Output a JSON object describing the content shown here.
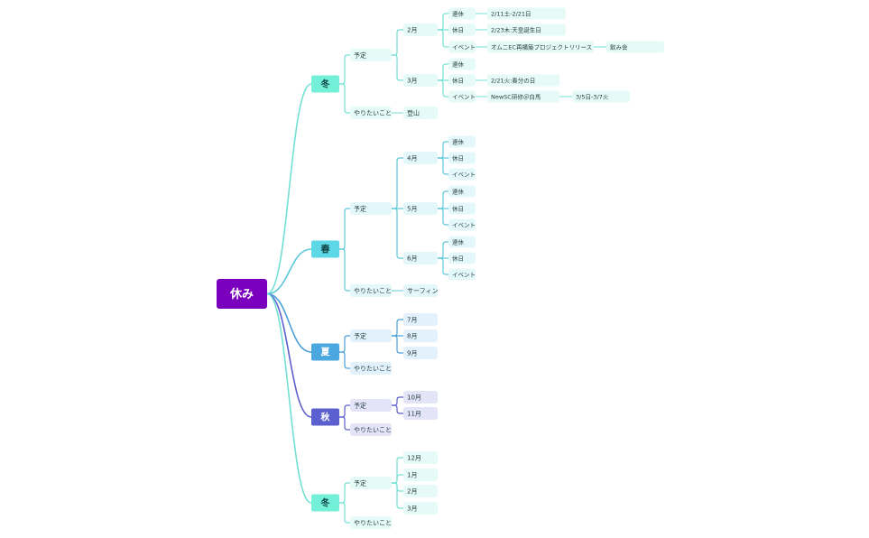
{
  "mindmap": {
    "root": {
      "label": "休み",
      "color": "#7a00be"
    },
    "seasons": [
      {
        "label": "冬",
        "color": "#74f0d9",
        "pale": "#e6fbf7",
        "line": "#74e0d4",
        "plan": {
          "label": "予定",
          "months": [
            {
              "label": "2月",
              "items": [
                {
                  "label": "連休",
                  "detail": [
                    "2/11土-2/21日"
                  ]
                },
                {
                  "label": "休日",
                  "detail": [
                    "2/23木:天皇誕生日"
                  ]
                },
                {
                  "label": "イベント",
                  "detail": [
                    "オムニEC再構築プロジェクトリリース",
                    "飲み会"
                  ]
                }
              ]
            },
            {
              "label": "3月",
              "items": [
                {
                  "label": "連休",
                  "detail": []
                },
                {
                  "label": "休日",
                  "detail": [
                    "2/21火:春分の日"
                  ]
                },
                {
                  "label": "イベント",
                  "detail": [
                    "NewSC研修＠白馬",
                    "3/5日-3/7火"
                  ]
                }
              ]
            }
          ]
        },
        "wish": {
          "label": "やりたいこと",
          "detail": [
            "登山"
          ]
        }
      },
      {
        "label": "春",
        "color": "#5ed8e6",
        "pale": "#e4f8fb",
        "line": "#5cc8d8",
        "plan": {
          "label": "予定",
          "months": [
            {
              "label": "4月",
              "items": [
                {
                  "label": "連休",
                  "detail": []
                },
                {
                  "label": "休日",
                  "detail": []
                },
                {
                  "label": "イベント",
                  "detail": []
                }
              ]
            },
            {
              "label": "5月",
              "items": [
                {
                  "label": "連休",
                  "detail": []
                },
                {
                  "label": "休日",
                  "detail": []
                },
                {
                  "label": "イベント",
                  "detail": []
                }
              ]
            },
            {
              "label": "6月",
              "items": [
                {
                  "label": "連休",
                  "detail": []
                },
                {
                  "label": "休日",
                  "detail": []
                },
                {
                  "label": "イベント",
                  "detail": []
                }
              ]
            }
          ]
        },
        "wish": {
          "label": "やりたいこと",
          "detail": [
            "サーフィン"
          ]
        }
      },
      {
        "label": "夏",
        "color": "#4ba7df",
        "pale": "#e2f1fb",
        "line": "#4b9fd9",
        "plan": {
          "label": "予定",
          "months": [
            {
              "label": "7月",
              "items": []
            },
            {
              "label": "8月",
              "items": []
            },
            {
              "label": "9月",
              "items": []
            }
          ]
        },
        "wish": {
          "label": "やりたいこと",
          "detail": []
        }
      },
      {
        "label": "秋",
        "color": "#5b5fcf",
        "pale": "#e4e4f8",
        "line": "#5b5fcf",
        "plan": {
          "label": "予定",
          "months": [
            {
              "label": "10月",
              "items": []
            },
            {
              "label": "11月",
              "items": []
            }
          ]
        },
        "wish": {
          "label": "やりたいこと",
          "detail": []
        }
      },
      {
        "label": "冬",
        "color": "#74f0d9",
        "pale": "#e6fbf7",
        "line": "#74e0d4",
        "plan": {
          "label": "予定",
          "months": [
            {
              "label": "12月",
              "items": []
            },
            {
              "label": "1月",
              "items": []
            },
            {
              "label": "2月",
              "items": []
            },
            {
              "label": "3月",
              "items": []
            }
          ]
        },
        "wish": {
          "label": "やりたいこと",
          "detail": []
        }
      }
    ]
  }
}
